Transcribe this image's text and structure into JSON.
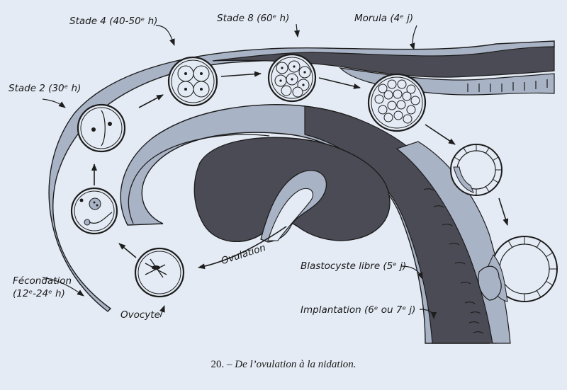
{
  "labels": {
    "stade4": "Stade 4 (40-50ᵉ h)",
    "stade8": "Stade 8 (60ᵉ h)",
    "morula": "Morula (4ᵉ j)",
    "stade2": "Stade 2 (30ᵉ h)",
    "fecondation_1": "Fécondation",
    "fecondation_2": "(12ᵉ-24ᵉ h)",
    "ovocyte": "Ovocyte",
    "ovulation": "Ovulation",
    "blastocyste": "Blastocyste libre (5ᵉ j)",
    "implantation": "Implantation (6ᵉ ou 7ᵉ j)"
  },
  "caption": {
    "number": "20. –",
    "text": "De l’ovulation à la nidation."
  },
  "colors": {
    "background": "#e4ebf4",
    "dark_tissue": "#4b4b55",
    "light_tissue": "#a9b3c6",
    "outline": "#1d1d1d"
  }
}
